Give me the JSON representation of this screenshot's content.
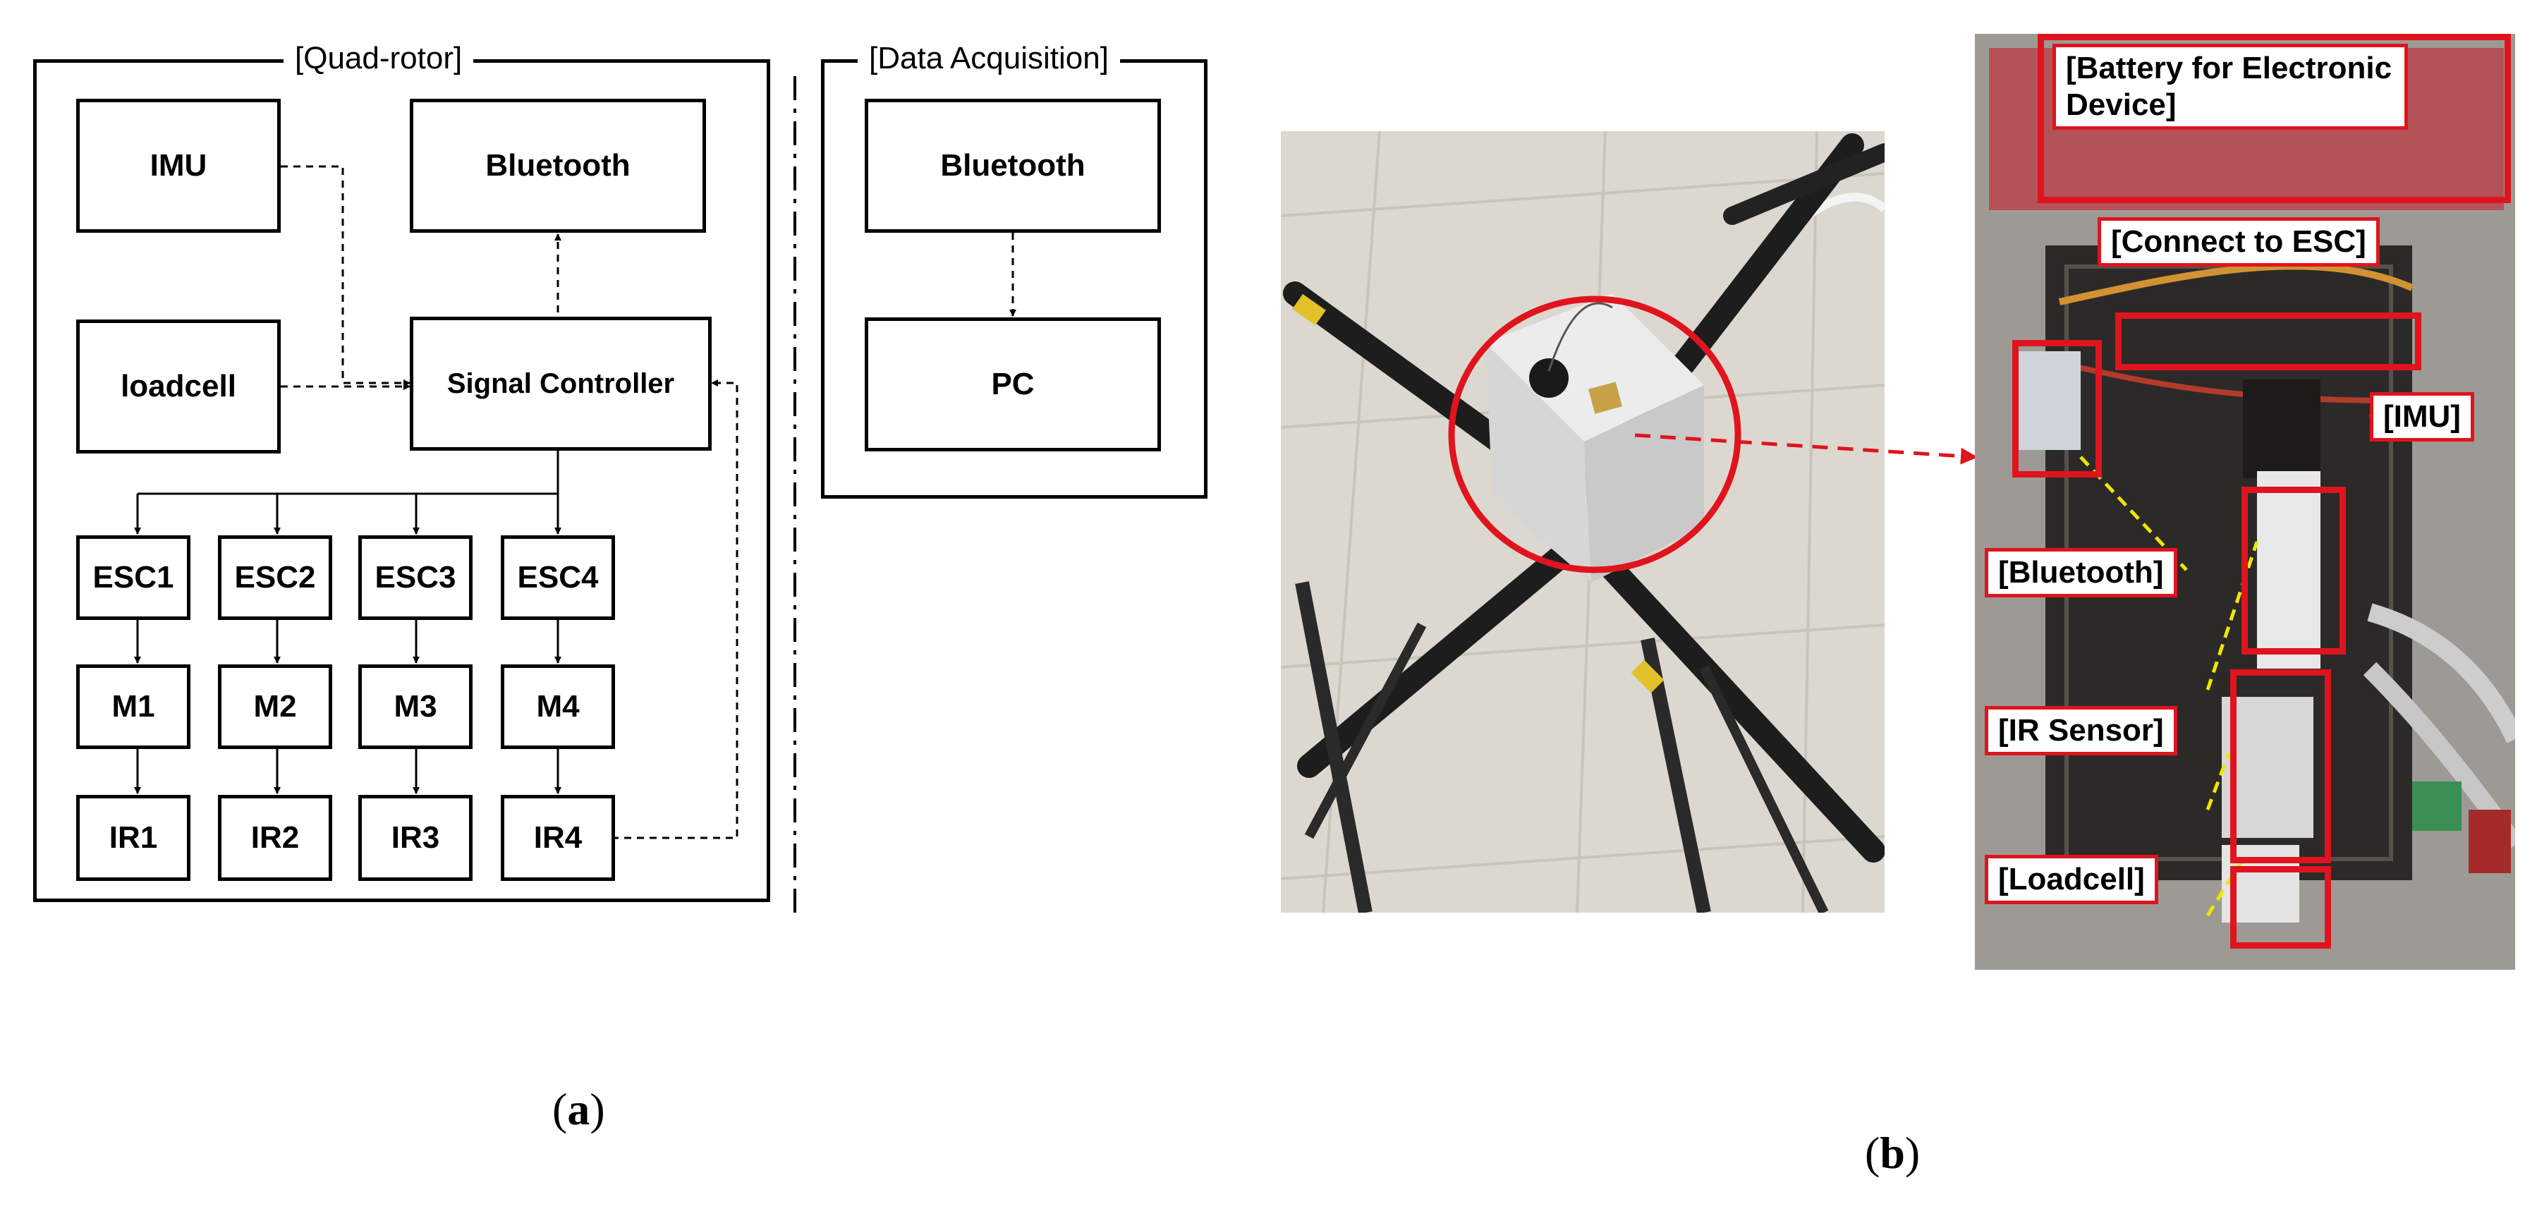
{
  "panel_a": {
    "label": "a",
    "quadrotor": {
      "title": "[Quad-rotor]",
      "imu": "IMU",
      "bluetooth": "Bluetooth",
      "loadcell": "loadcell",
      "signal_controller": "Signal Controller",
      "esc": [
        "ESC1",
        "ESC2",
        "ESC3",
        "ESC4"
      ],
      "motors": [
        "M1",
        "M2",
        "M3",
        "M4"
      ],
      "ir": [
        "IR1",
        "IR2",
        "IR3",
        "IR4"
      ]
    },
    "data_acquisition": {
      "title": "[Data Acquisition]",
      "bluetooth": "Bluetooth",
      "pc": "PC"
    }
  },
  "panel_b": {
    "label": "b",
    "callouts": {
      "battery": "[Battery for Electronic Device]",
      "connect_esc": "[Connect to ESC]",
      "imu": "[IMU]",
      "bluetooth": "[Bluetooth]",
      "ir_sensor": "[IR Sensor]",
      "loadcell": "[Loadcell]"
    }
  },
  "colors": {
    "line": "#000000",
    "highlight": "#e0141e",
    "leader": "#f2e500"
  }
}
